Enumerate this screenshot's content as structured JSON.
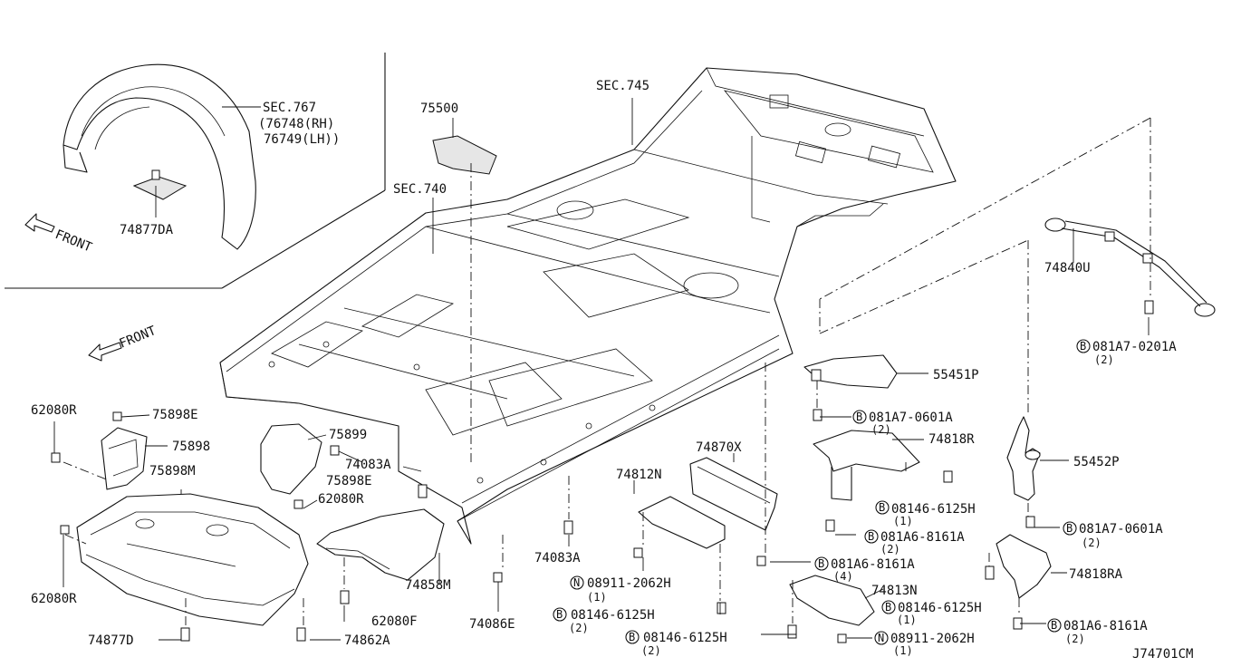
{
  "diagram_id": "J74701CM",
  "front_labels": [
    "FRONT",
    "FRONT"
  ],
  "callouts": {
    "sec767": "SEC.767",
    "p76748": "(76748(RH)",
    "p76749": "76749(LH))",
    "p74877DA": "74877DA",
    "sec745": "SEC.745",
    "sec740": "SEC.740",
    "p75500": "75500",
    "p74840U": "74840U",
    "b081A7_0201A": "081A7-0201A",
    "q2_0201A": "(2)",
    "p55451P": "55451P",
    "b081A7_0601A_1": "081A7-0601A",
    "q2_0601A_1": "(2)",
    "p74818R": "74818R",
    "p55452P": "55452P",
    "b08146_6125H_r": "08146-6125H",
    "q1_6125H_r": "(1)",
    "b081A7_0601A_2": "081A7-0601A",
    "q2_0601A_2": "(2)",
    "b081A6_8161A_1": "081A6-8161A",
    "q2_8161A_1": "(2)",
    "b081A6_8161A_2": "081A6-8161A",
    "q4_8161A_2": "(4)",
    "p74818RA": "74818RA",
    "p74813N": "74813N",
    "b08146_6125H_m": "08146-6125H",
    "q1_6125H_m": "(1)",
    "n08911_2062H_r": "08911-2062H",
    "q1_2062H_r": "(1)",
    "b081A6_8161A_3": "081A6-8161A",
    "q2_8161A_3": "(2)",
    "p62080R_1": "62080R",
    "p75898E": "75898E",
    "p75898": "75898",
    "p75898M": "75898M",
    "p62080R_2": "62080R",
    "p74877D": "74877D",
    "p75899": "75899",
    "p75898E_2": "75898E",
    "p62080R_3": "62080R",
    "p74083A_1": "74083A",
    "p74858M": "74858M",
    "p62080F": "62080F",
    "p74862A": "74862A",
    "p74086E": "74086E",
    "p74083A_2": "74083A",
    "p74812N": "74812N",
    "p74870X": "74870X",
    "n08911_2062H_l": "08911-2062H",
    "q1_2062H_l": "(1)",
    "b08146_6125H_l": "08146-6125H",
    "q2_6125H_l": "(2)",
    "b08146_6125H_b": "08146-6125H",
    "q2_6125H_b": "(2)"
  },
  "prefix_letters": {
    "bolt": "B",
    "nut": "N"
  }
}
